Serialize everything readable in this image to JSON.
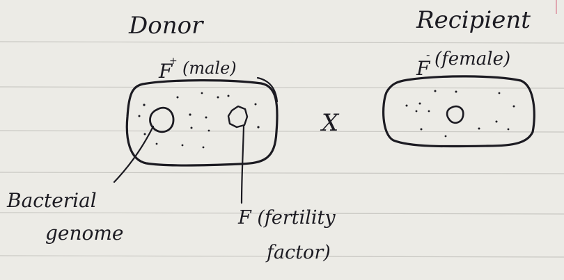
{
  "donor": {
    "title": "Donor",
    "type": "F",
    "type_sign": "+",
    "sex": "(male)"
  },
  "recipient": {
    "title": "Recipient",
    "type": "F",
    "type_sign": "-",
    "sex": "(female)"
  },
  "cross_symbol": "X",
  "labels": {
    "bacterial_line1": "Bacterial",
    "bacterial_line2": "genome",
    "fertility_line1": "F (fertility",
    "fertility_line2": "factor)"
  },
  "colors": {
    "paper": "#ecebe6",
    "ink": "#1c1b22",
    "rule": "#c9c8c3",
    "margin": "#e0a7b0"
  }
}
